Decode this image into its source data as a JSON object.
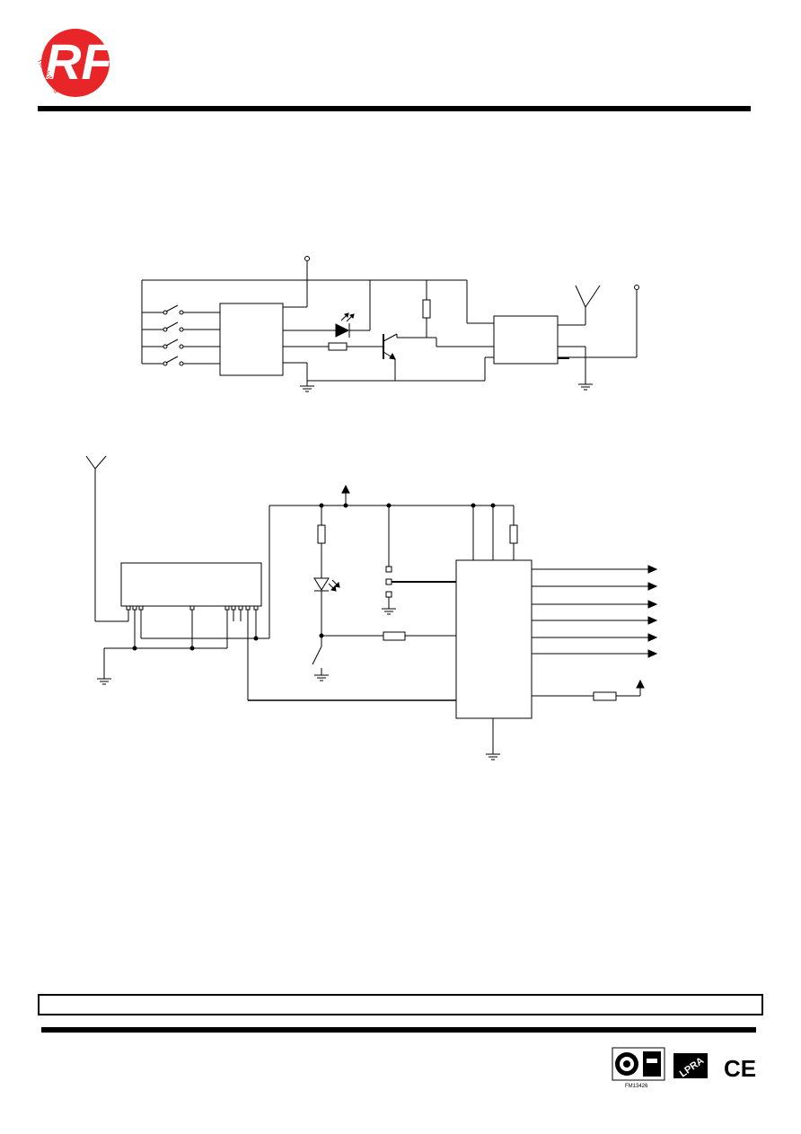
{
  "brand": {
    "logo_text": "RF",
    "logo_subtext": "rfsolutions",
    "logo_color": "#e8262a"
  },
  "footer": {
    "note_text": "",
    "certifications": {
      "iso_caption": "FM13426",
      "lpra_text": "LPRA",
      "ce_text": "CE"
    }
  },
  "icons": {
    "antenna": "antenna-icon",
    "ground": "ground-icon",
    "led": "led-icon",
    "switch": "switch-icon",
    "resistor": "resistor-icon",
    "transistor": "transistor-icon",
    "arrow": "output-arrow-icon"
  }
}
